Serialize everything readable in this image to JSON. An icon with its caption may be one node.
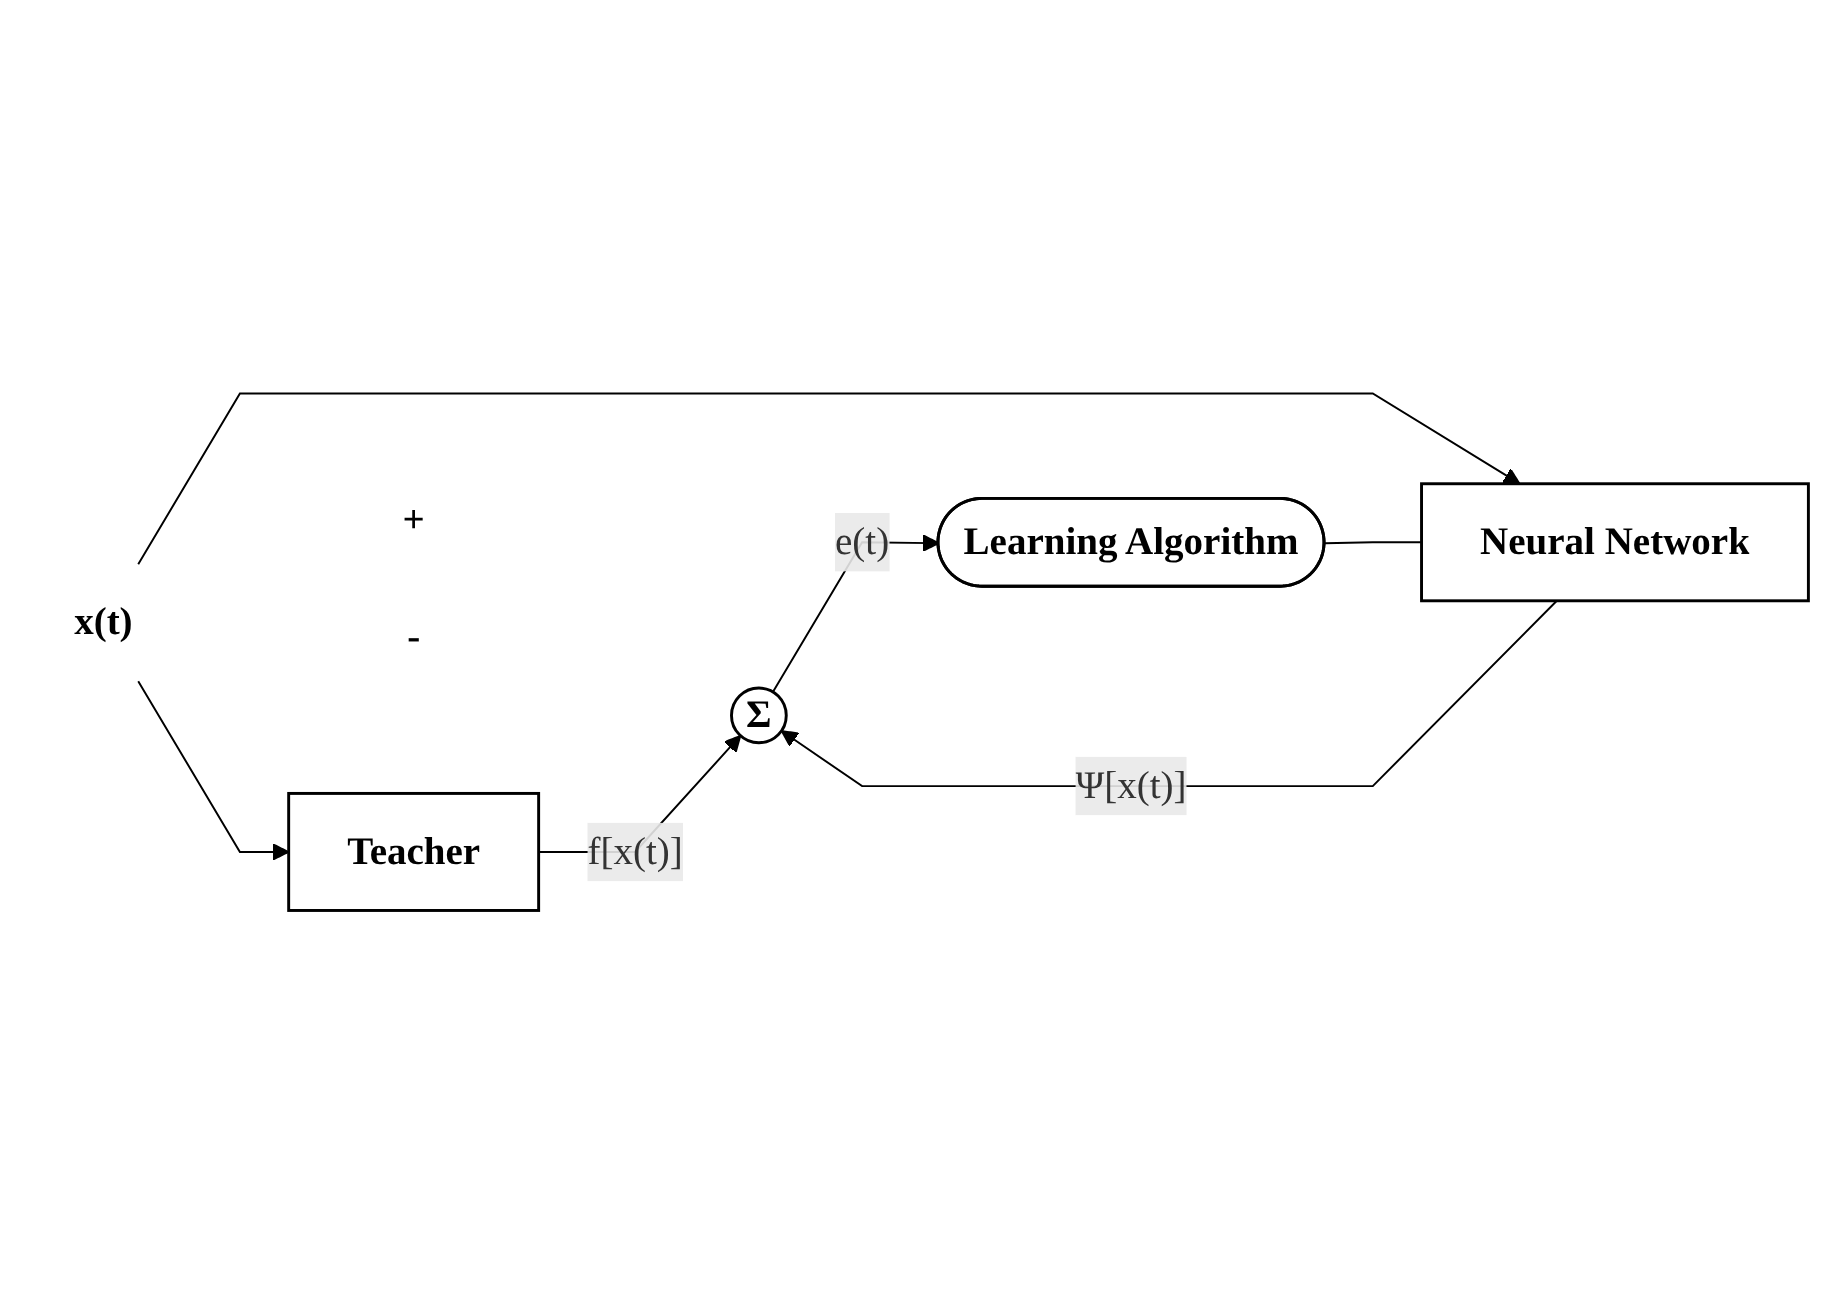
{
  "diagram": {
    "nodes": [
      {
        "text": [
          "Teacher"
        ]
      },
      {
        "text": [
          "Neural Network"
        ]
      },
      {
        "text": [
          "Σ"
        ],
        "beside": [
          "+",
          "-"
        ]
      },
      {
        "text": [
          "Learning Algorithm"
        ]
      },
      {
        "text": [
          "x(t)"
        ]
      }
    ],
    "edges": [
      {
        "from": 4,
        "to": 0,
        "arrow": "to"
      },
      {
        "from": 4,
        "to": 1,
        "arrow": "to"
      },
      {
        "from": 0,
        "to": 2,
        "label": "f[x(t)]",
        "arrow": "to"
      },
      {
        "from": 1,
        "to": 2,
        "label": "Ψ[x(t)]",
        "arrow": "to"
      },
      {
        "from": 2,
        "to": 3,
        "label": "e(t)",
        "arrow": "to"
      },
      {
        "from": 3,
        "to": 1,
        "arrow": "none"
      }
    ]
  }
}
